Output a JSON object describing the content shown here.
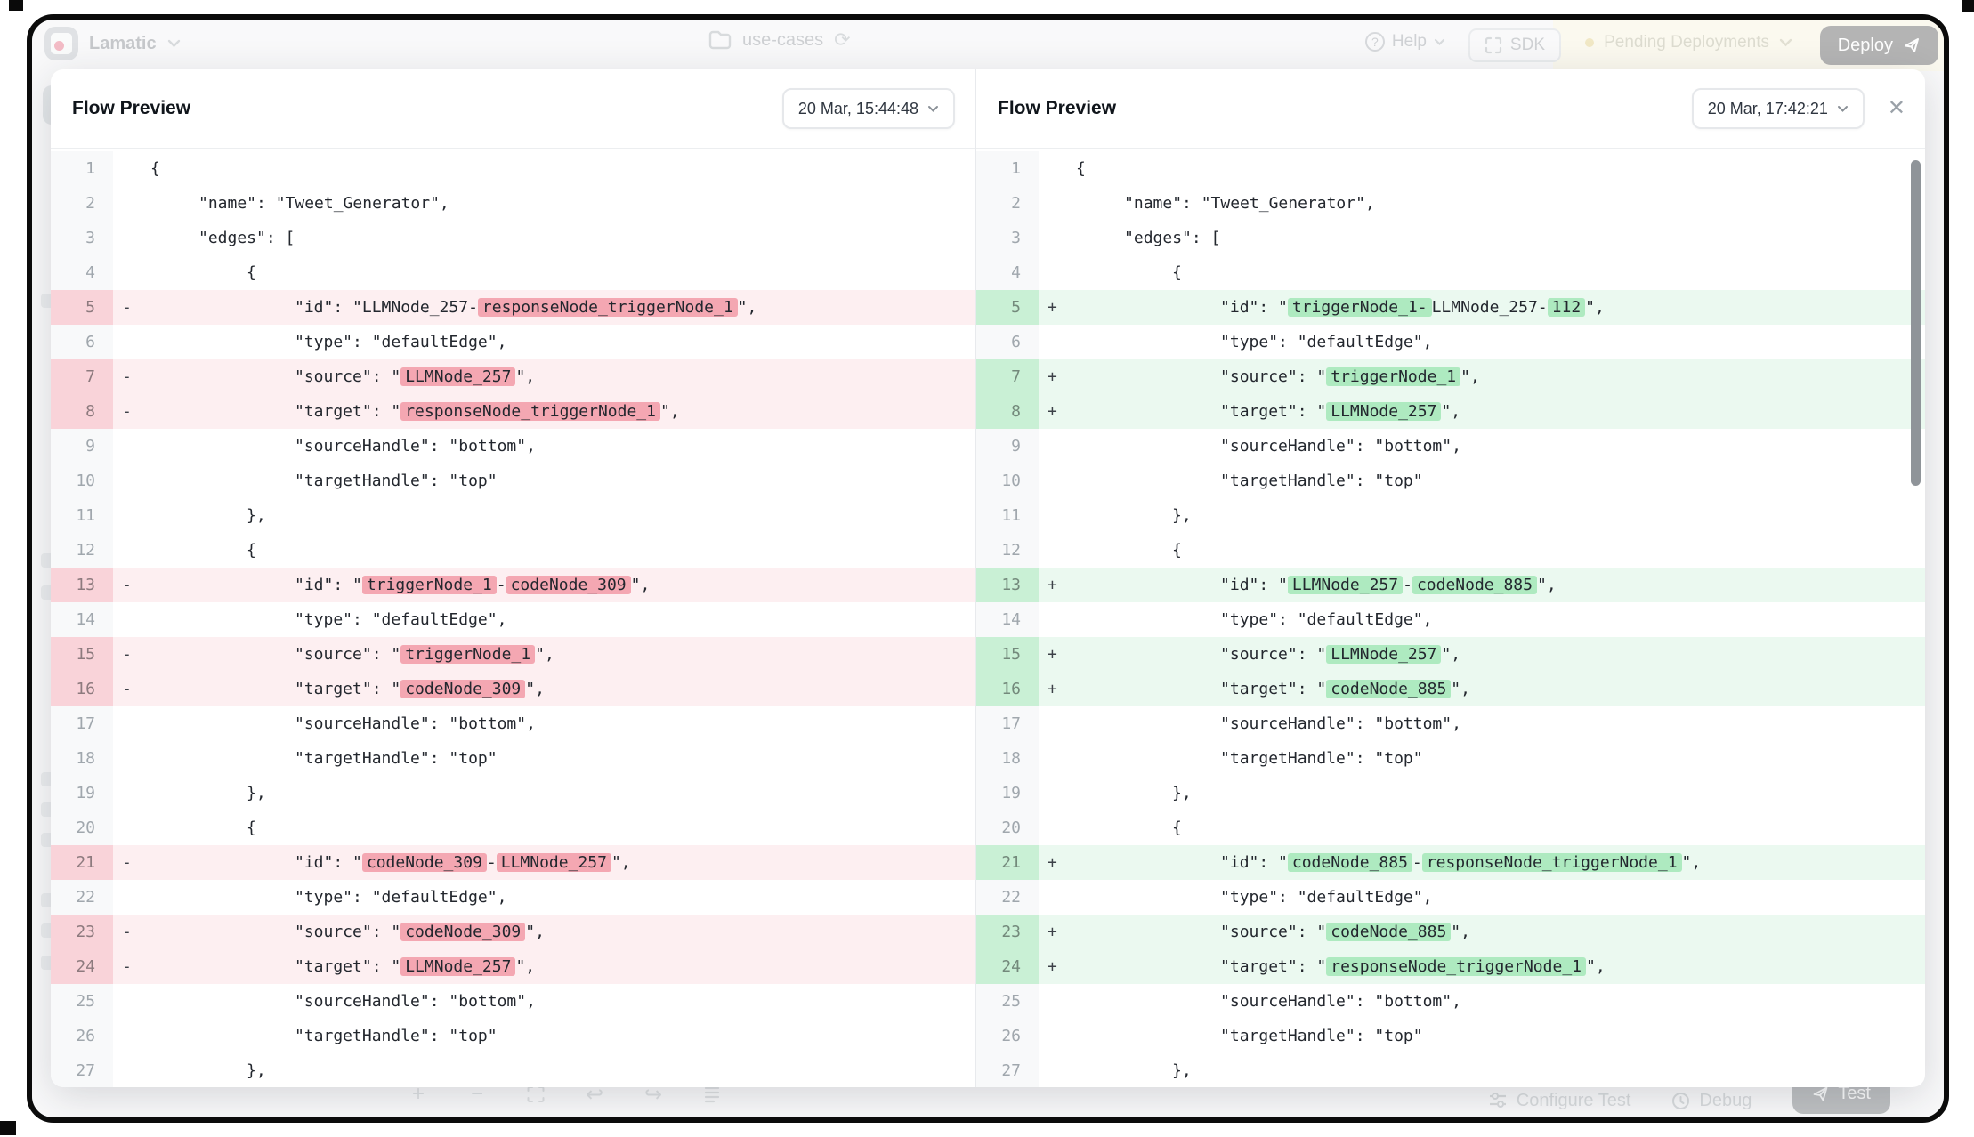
{
  "window": {
    "brand": "Lamatic",
    "breadcrumb": "use-cases",
    "header": {
      "help_label": "Help",
      "sdk_label": "SDK",
      "pending_label": "Pending Deployments",
      "deploy_label": "Deploy"
    },
    "bottom": {
      "configure_label": "Configure Test",
      "debug_label": "Debug",
      "test_label": "Test"
    }
  },
  "colors": {
    "del_row": "#fdeff1",
    "del_token": "#f4a7b2",
    "add_row": "#ebf9f0",
    "add_token": "#aeeac0",
    "pending_bg": "#f3eed6",
    "deploy_bg": "#3a3a3a",
    "accent_red": "#e0506a"
  },
  "panels": [
    {
      "title": "Flow Preview",
      "timestamp": "20 Mar, 15:44:48",
      "mode": "del",
      "lines": [
        {
          "n": 1,
          "ind": 0,
          "segs": [
            {
              "t": "{"
            }
          ]
        },
        {
          "n": 2,
          "ind": 1,
          "segs": [
            {
              "t": "\"name\": \"Tweet_Generator\","
            }
          ]
        },
        {
          "n": 3,
          "ind": 1,
          "segs": [
            {
              "t": "\"edges\": ["
            }
          ]
        },
        {
          "n": 4,
          "ind": 2,
          "segs": [
            {
              "t": "{"
            }
          ]
        },
        {
          "n": 5,
          "ind": 3,
          "chg": true,
          "segs": [
            {
              "t": "\"id\": \"LLMNode_257-"
            },
            {
              "t": "responseNode_triggerNode_1",
              "h": true
            },
            {
              "t": "\","
            }
          ]
        },
        {
          "n": 6,
          "ind": 3,
          "segs": [
            {
              "t": "\"type\": \"defaultEdge\","
            }
          ]
        },
        {
          "n": 7,
          "ind": 3,
          "chg": true,
          "segs": [
            {
              "t": "\"source\": \""
            },
            {
              "t": "LLMNode_257",
              "h": true
            },
            {
              "t": "\","
            }
          ]
        },
        {
          "n": 8,
          "ind": 3,
          "chg": true,
          "segs": [
            {
              "t": "\"target\": \""
            },
            {
              "t": "responseNode_triggerNode_1",
              "h": true
            },
            {
              "t": "\","
            }
          ]
        },
        {
          "n": 9,
          "ind": 3,
          "segs": [
            {
              "t": "\"sourceHandle\": \"bottom\","
            }
          ]
        },
        {
          "n": 10,
          "ind": 3,
          "segs": [
            {
              "t": "\"targetHandle\": \"top\""
            }
          ]
        },
        {
          "n": 11,
          "ind": 2,
          "segs": [
            {
              "t": "},"
            }
          ]
        },
        {
          "n": 12,
          "ind": 2,
          "segs": [
            {
              "t": "{"
            }
          ]
        },
        {
          "n": 13,
          "ind": 3,
          "chg": true,
          "segs": [
            {
              "t": "\"id\": \""
            },
            {
              "t": "triggerNode_1",
              "h": true
            },
            {
              "t": "-"
            },
            {
              "t": "codeNode_309",
              "h": true
            },
            {
              "t": "\","
            }
          ]
        },
        {
          "n": 14,
          "ind": 3,
          "segs": [
            {
              "t": "\"type\": \"defaultEdge\","
            }
          ]
        },
        {
          "n": 15,
          "ind": 3,
          "chg": true,
          "segs": [
            {
              "t": "\"source\": \""
            },
            {
              "t": "triggerNode_1",
              "h": true
            },
            {
              "t": "\","
            }
          ]
        },
        {
          "n": 16,
          "ind": 3,
          "chg": true,
          "segs": [
            {
              "t": "\"target\": \""
            },
            {
              "t": "codeNode_309",
              "h": true
            },
            {
              "t": "\","
            }
          ]
        },
        {
          "n": 17,
          "ind": 3,
          "segs": [
            {
              "t": "\"sourceHandle\": \"bottom\","
            }
          ]
        },
        {
          "n": 18,
          "ind": 3,
          "segs": [
            {
              "t": "\"targetHandle\": \"top\""
            }
          ]
        },
        {
          "n": 19,
          "ind": 2,
          "segs": [
            {
              "t": "},"
            }
          ]
        },
        {
          "n": 20,
          "ind": 2,
          "segs": [
            {
              "t": "{"
            }
          ]
        },
        {
          "n": 21,
          "ind": 3,
          "chg": true,
          "segs": [
            {
              "t": "\"id\": \""
            },
            {
              "t": "codeNode_309",
              "h": true
            },
            {
              "t": "-"
            },
            {
              "t": "LLMNode_257",
              "h": true
            },
            {
              "t": "\","
            }
          ]
        },
        {
          "n": 22,
          "ind": 3,
          "segs": [
            {
              "t": "\"type\": \"defaultEdge\","
            }
          ]
        },
        {
          "n": 23,
          "ind": 3,
          "chg": true,
          "segs": [
            {
              "t": "\"source\": \""
            },
            {
              "t": "codeNode_309",
              "h": true
            },
            {
              "t": "\","
            }
          ]
        },
        {
          "n": 24,
          "ind": 3,
          "chg": true,
          "segs": [
            {
              "t": "\"target\": \""
            },
            {
              "t": "LLMNode_257",
              "h": true
            },
            {
              "t": "\","
            }
          ]
        },
        {
          "n": 25,
          "ind": 3,
          "segs": [
            {
              "t": "\"sourceHandle\": \"bottom\","
            }
          ]
        },
        {
          "n": 26,
          "ind": 3,
          "segs": [
            {
              "t": "\"targetHandle\": \"top\""
            }
          ]
        },
        {
          "n": 27,
          "ind": 2,
          "segs": [
            {
              "t": "},"
            }
          ]
        }
      ]
    },
    {
      "title": "Flow Preview",
      "timestamp": "20 Mar, 17:42:21",
      "mode": "add",
      "lines": [
        {
          "n": 1,
          "ind": 0,
          "segs": [
            {
              "t": "{"
            }
          ]
        },
        {
          "n": 2,
          "ind": 1,
          "segs": [
            {
              "t": "\"name\": \"Tweet_Generator\","
            }
          ]
        },
        {
          "n": 3,
          "ind": 1,
          "segs": [
            {
              "t": "\"edges\": ["
            }
          ]
        },
        {
          "n": 4,
          "ind": 2,
          "segs": [
            {
              "t": "{"
            }
          ]
        },
        {
          "n": 5,
          "ind": 3,
          "chg": true,
          "segs": [
            {
              "t": "\"id\": \""
            },
            {
              "t": "triggerNode_1-",
              "h": true
            },
            {
              "t": "LLMNode_257-"
            },
            {
              "t": "112",
              "h": true
            },
            {
              "t": "\","
            }
          ]
        },
        {
          "n": 6,
          "ind": 3,
          "segs": [
            {
              "t": "\"type\": \"defaultEdge\","
            }
          ]
        },
        {
          "n": 7,
          "ind": 3,
          "chg": true,
          "segs": [
            {
              "t": "\"source\": \""
            },
            {
              "t": "triggerNode_1",
              "h": true
            },
            {
              "t": "\","
            }
          ]
        },
        {
          "n": 8,
          "ind": 3,
          "chg": true,
          "segs": [
            {
              "t": "\"target\": \""
            },
            {
              "t": "LLMNode_257",
              "h": true
            },
            {
              "t": "\","
            }
          ]
        },
        {
          "n": 9,
          "ind": 3,
          "segs": [
            {
              "t": "\"sourceHandle\": \"bottom\","
            }
          ]
        },
        {
          "n": 10,
          "ind": 3,
          "segs": [
            {
              "t": "\"targetHandle\": \"top\""
            }
          ]
        },
        {
          "n": 11,
          "ind": 2,
          "segs": [
            {
              "t": "},"
            }
          ]
        },
        {
          "n": 12,
          "ind": 2,
          "segs": [
            {
              "t": "{"
            }
          ]
        },
        {
          "n": 13,
          "ind": 3,
          "chg": true,
          "segs": [
            {
              "t": "\"id\": \""
            },
            {
              "t": "LLMNode_257",
              "h": true
            },
            {
              "t": "-"
            },
            {
              "t": "codeNode_885",
              "h": true
            },
            {
              "t": "\","
            }
          ]
        },
        {
          "n": 14,
          "ind": 3,
          "segs": [
            {
              "t": "\"type\": \"defaultEdge\","
            }
          ]
        },
        {
          "n": 15,
          "ind": 3,
          "chg": true,
          "segs": [
            {
              "t": "\"source\": \""
            },
            {
              "t": "LLMNode_257",
              "h": true
            },
            {
              "t": "\","
            }
          ]
        },
        {
          "n": 16,
          "ind": 3,
          "chg": true,
          "segs": [
            {
              "t": "\"target\": \""
            },
            {
              "t": "codeNode_885",
              "h": true
            },
            {
              "t": "\","
            }
          ]
        },
        {
          "n": 17,
          "ind": 3,
          "segs": [
            {
              "t": "\"sourceHandle\": \"bottom\","
            }
          ]
        },
        {
          "n": 18,
          "ind": 3,
          "segs": [
            {
              "t": "\"targetHandle\": \"top\""
            }
          ]
        },
        {
          "n": 19,
          "ind": 2,
          "segs": [
            {
              "t": "},"
            }
          ]
        },
        {
          "n": 20,
          "ind": 2,
          "segs": [
            {
              "t": "{"
            }
          ]
        },
        {
          "n": 21,
          "ind": 3,
          "chg": true,
          "segs": [
            {
              "t": "\"id\": \""
            },
            {
              "t": "codeNode_885",
              "h": true
            },
            {
              "t": "-"
            },
            {
              "t": "responseNode_triggerNode_1",
              "h": true
            },
            {
              "t": "\","
            }
          ]
        },
        {
          "n": 22,
          "ind": 3,
          "segs": [
            {
              "t": "\"type\": \"defaultEdge\","
            }
          ]
        },
        {
          "n": 23,
          "ind": 3,
          "chg": true,
          "segs": [
            {
              "t": "\"source\": \""
            },
            {
              "t": "codeNode_885",
              "h": true
            },
            {
              "t": "\","
            }
          ]
        },
        {
          "n": 24,
          "ind": 3,
          "chg": true,
          "segs": [
            {
              "t": "\"target\": \""
            },
            {
              "t": "responseNode_triggerNode_1",
              "h": true
            },
            {
              "t": "\","
            }
          ]
        },
        {
          "n": 25,
          "ind": 3,
          "segs": [
            {
              "t": "\"sourceHandle\": \"bottom\","
            }
          ]
        },
        {
          "n": 26,
          "ind": 3,
          "segs": [
            {
              "t": "\"targetHandle\": \"top\""
            }
          ]
        },
        {
          "n": 27,
          "ind": 2,
          "segs": [
            {
              "t": "},"
            }
          ]
        }
      ]
    }
  ]
}
